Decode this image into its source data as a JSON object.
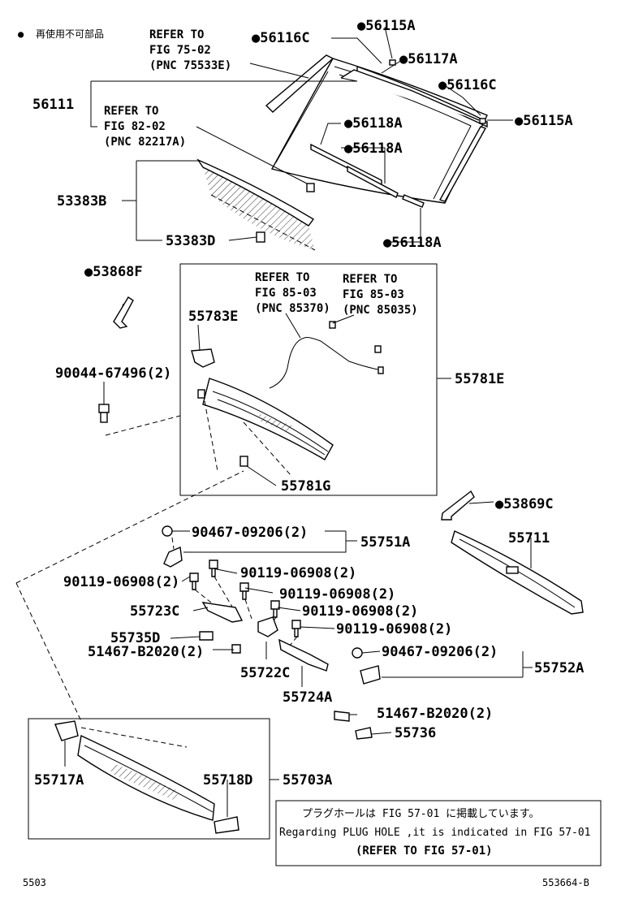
{
  "legend": {
    "marker": "●",
    "text": "再使用不可部品"
  },
  "refs": [
    {
      "lines": [
        "REFER TO",
        "FIG 75-02",
        "(PNC 75533E)"
      ]
    },
    {
      "lines": [
        "REFER TO",
        "FIG 82-02",
        "(PNC 82217A)"
      ]
    },
    {
      "lines": [
        "REFER TO",
        "FIG 85-03",
        "(PNC 85370)"
      ]
    },
    {
      "lines": [
        "REFER TO",
        "FIG 85-03",
        "(PNC 85035)"
      ]
    }
  ],
  "parts": {
    "p56116C_a": "●56116C",
    "p56115A_a": "●56115A",
    "p56117A": "●56117A",
    "p56116C_b": "●56116C",
    "p56115A_b": "●56115A",
    "p56111": "56111",
    "p56118A_a": "●56118A",
    "p56118A_b": "●56118A",
    "p53383B": "53383B",
    "p53383D": "53383D",
    "p56118A_c": "●56118A",
    "p53868F": "●53868F",
    "p55783E": "55783E",
    "p90044": "90044-67496(2)",
    "p55781E": "55781E",
    "p55781G": "55781G",
    "p53869C": "●53869C",
    "p90467_a": "90467-09206(2)",
    "p55751A": "55751A",
    "p55711": "55711",
    "p90119_a": "90119-06908(2)",
    "p90119_b": "90119-06908(2)",
    "p90119_c": "90119-06908(2)",
    "p90119_d": "90119-06908(2)",
    "p90119_e": "90119-06908(2)",
    "p55723C": "55723C",
    "p55735D": "55735D",
    "p51467_a": "51467-B2020(2)",
    "p90467_b": "90467-09206(2)",
    "p55752A": "55752A",
    "p55722C": "55722C",
    "p55724A": "55724A",
    "p51467_b": "51467-B2020(2)",
    "p55736": "55736",
    "p55717A": "55717A",
    "p55718D": "55718D",
    "p55703A": "55703A"
  },
  "note": {
    "jp": "プラグホールは FIG 57-01 に掲載しています。",
    "en": "Regarding PLUG HOLE ,it is indicated in FIG 57-01",
    "bold": "(REFER TO FIG 57-01)"
  },
  "footer": {
    "left": "5503",
    "right": "553664-B"
  }
}
